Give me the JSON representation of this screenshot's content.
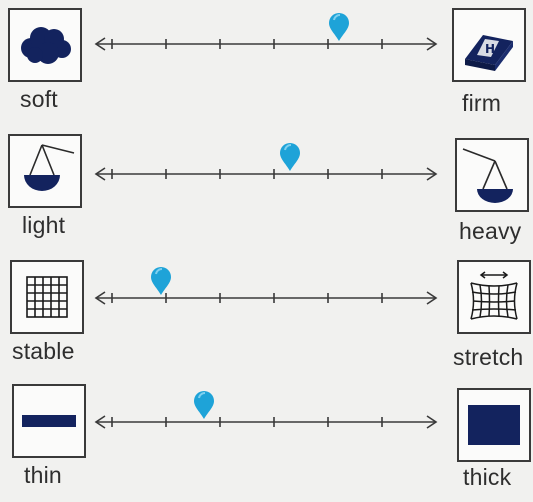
{
  "accent_color": "#1ea3d8",
  "icon_color": "#13235e",
  "tick_count": 6,
  "rows": [
    {
      "left_label": "soft",
      "left_icon": "cloud-icon",
      "right_label": "firm",
      "right_icon": "brick-icon",
      "marker_position": 0.84
    },
    {
      "left_label": "light",
      "left_icon": "light-scale-icon",
      "right_label": "heavy",
      "right_icon": "heavy-scale-icon",
      "marker_position": 0.66
    },
    {
      "left_label": "stable",
      "left_icon": "grid-icon",
      "right_label": "stretch",
      "right_icon": "stretched-grid-icon",
      "marker_position": 0.18
    },
    {
      "left_label": "thin",
      "left_icon": "thin-bar-icon",
      "right_label": "thick",
      "right_icon": "thick-block-icon",
      "marker_position": 0.34
    }
  ]
}
